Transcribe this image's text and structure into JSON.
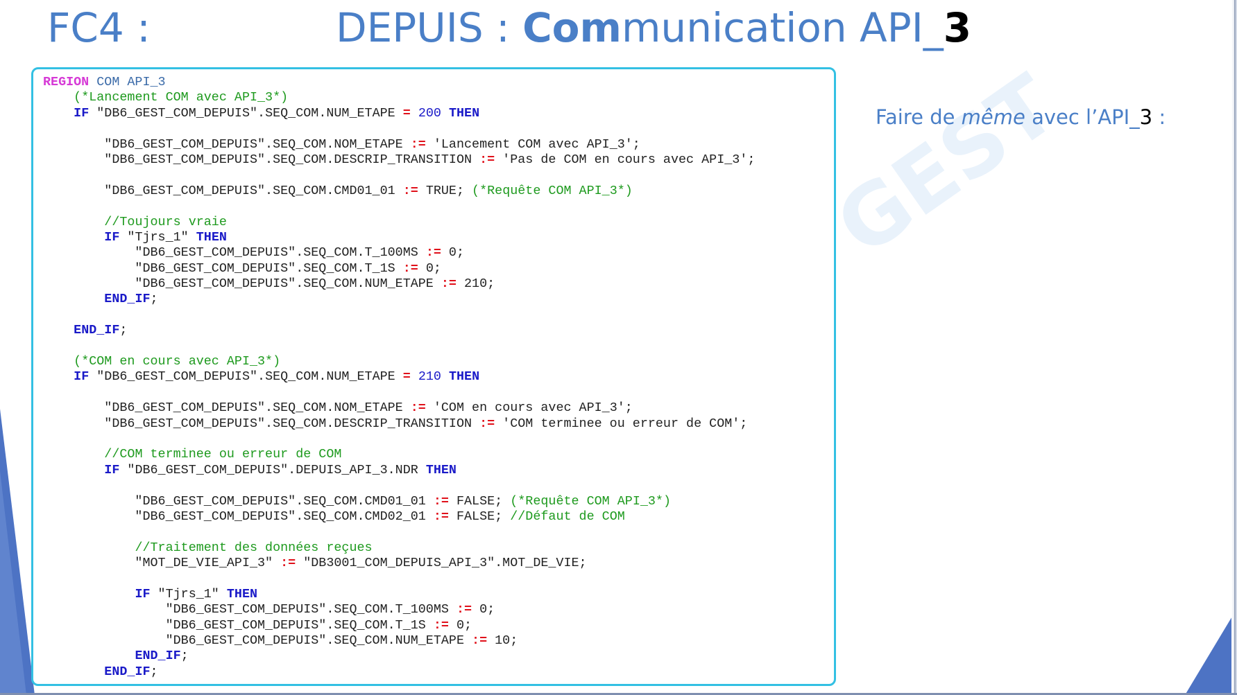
{
  "slide": {
    "title_left": "FC4 :",
    "title_prefix": "DEPUIS : ",
    "title_bold": "Com",
    "title_rest": "munication API_",
    "title_num": "3",
    "note_a": "Faire de ",
    "note_em": "même",
    "note_b": " avec l’API_",
    "note_num": "3",
    "note_c": " :",
    "watermark": "GEST"
  },
  "colors": {
    "title": "#4a7fc7",
    "box_border": "#33c0e3",
    "keyword": "#1a1ac8",
    "region": "#d63ad6",
    "operator": "#e0101a",
    "comment": "#1e9a1e"
  },
  "code_lines": [
    [
      [
        "rg",
        "REGION"
      ],
      [
        "rn",
        " COM API_3"
      ]
    ],
    [
      [
        "t",
        "    "
      ],
      [
        "cm",
        "(*Lancement COM avec API_3*)"
      ]
    ],
    [
      [
        "t",
        "    "
      ],
      [
        "kw",
        "IF"
      ],
      [
        "t",
        " \"DB6_GEST_COM_DEPUIS\".SEQ_COM.NUM_ETAPE "
      ],
      [
        "op",
        "="
      ],
      [
        "t",
        " "
      ],
      [
        "num",
        "200"
      ],
      [
        "t",
        " "
      ],
      [
        "kw",
        "THEN"
      ]
    ],
    [],
    [
      [
        "t",
        "        \"DB6_GEST_COM_DEPUIS\".SEQ_COM.NOM_ETAPE "
      ],
      [
        "op",
        ":="
      ],
      [
        "t",
        " 'Lancement COM avec API_3';"
      ]
    ],
    [
      [
        "t",
        "        \"DB6_GEST_COM_DEPUIS\".SEQ_COM.DESCRIP_TRANSITION "
      ],
      [
        "op",
        ":="
      ],
      [
        "t",
        " 'Pas de COM en cours avec API_3';"
      ]
    ],
    [],
    [
      [
        "t",
        "        \"DB6_GEST_COM_DEPUIS\".SEQ_COM.CMD01_01 "
      ],
      [
        "op",
        ":="
      ],
      [
        "t",
        " TRUE; "
      ],
      [
        "cm",
        "(*Requête COM API_3*)"
      ]
    ],
    [],
    [
      [
        "t",
        "        "
      ],
      [
        "cm",
        "//Toujours vraie"
      ]
    ],
    [
      [
        "t",
        "        "
      ],
      [
        "kw",
        "IF"
      ],
      [
        "t",
        " \"Tjrs_1\" "
      ],
      [
        "kw",
        "THEN"
      ]
    ],
    [
      [
        "t",
        "            \"DB6_GEST_COM_DEPUIS\".SEQ_COM.T_100MS "
      ],
      [
        "op",
        ":="
      ],
      [
        "t",
        " 0;"
      ]
    ],
    [
      [
        "t",
        "            \"DB6_GEST_COM_DEPUIS\".SEQ_COM.T_1S "
      ],
      [
        "op",
        ":="
      ],
      [
        "t",
        " 0;"
      ]
    ],
    [
      [
        "t",
        "            \"DB6_GEST_COM_DEPUIS\".SEQ_COM.NUM_ETAPE "
      ],
      [
        "op",
        ":="
      ],
      [
        "t",
        " 210;"
      ]
    ],
    [
      [
        "t",
        "        "
      ],
      [
        "kw",
        "END_IF"
      ],
      [
        "t",
        ";"
      ]
    ],
    [],
    [
      [
        "t",
        "    "
      ],
      [
        "kw",
        "END_IF"
      ],
      [
        "t",
        ";"
      ]
    ],
    [],
    [
      [
        "t",
        "    "
      ],
      [
        "cm",
        "(*COM en cours avec API_3*)"
      ]
    ],
    [
      [
        "t",
        "    "
      ],
      [
        "kw",
        "IF"
      ],
      [
        "t",
        " \"DB6_GEST_COM_DEPUIS\".SEQ_COM.NUM_ETAPE "
      ],
      [
        "op",
        "="
      ],
      [
        "t",
        " "
      ],
      [
        "num",
        "210"
      ],
      [
        "t",
        " "
      ],
      [
        "kw",
        "THEN"
      ]
    ],
    [],
    [
      [
        "t",
        "        \"DB6_GEST_COM_DEPUIS\".SEQ_COM.NOM_ETAPE "
      ],
      [
        "op",
        ":="
      ],
      [
        "t",
        " 'COM en cours avec API_3';"
      ]
    ],
    [
      [
        "t",
        "        \"DB6_GEST_COM_DEPUIS\".SEQ_COM.DESCRIP_TRANSITION "
      ],
      [
        "op",
        ":="
      ],
      [
        "t",
        " 'COM terminee ou erreur de COM';"
      ]
    ],
    [],
    [
      [
        "t",
        "        "
      ],
      [
        "cm",
        "//COM terminee ou erreur de COM"
      ]
    ],
    [
      [
        "t",
        "        "
      ],
      [
        "kw",
        "IF"
      ],
      [
        "t",
        " \"DB6_GEST_COM_DEPUIS\".DEPUIS_API_3.NDR "
      ],
      [
        "kw",
        "THEN"
      ]
    ],
    [],
    [
      [
        "t",
        "            \"DB6_GEST_COM_DEPUIS\".SEQ_COM.CMD01_01 "
      ],
      [
        "op",
        ":="
      ],
      [
        "t",
        " FALSE; "
      ],
      [
        "cm",
        "(*Requête COM API_3*)"
      ]
    ],
    [
      [
        "t",
        "            \"DB6_GEST_COM_DEPUIS\".SEQ_COM.CMD02_01 "
      ],
      [
        "op",
        ":="
      ],
      [
        "t",
        " FALSE; "
      ],
      [
        "cm",
        "//Défaut de COM"
      ]
    ],
    [],
    [
      [
        "t",
        "            "
      ],
      [
        "cm",
        "//Traitement des données reçues"
      ]
    ],
    [
      [
        "t",
        "            \"MOT_DE_VIE_API_3\" "
      ],
      [
        "op",
        ":="
      ],
      [
        "t",
        " \"DB3001_COM_DEPUIS_API_3\".MOT_DE_VIE;"
      ]
    ],
    [],
    [
      [
        "t",
        "            "
      ],
      [
        "kw",
        "IF"
      ],
      [
        "t",
        " \"Tjrs_1\" "
      ],
      [
        "kw",
        "THEN"
      ]
    ],
    [
      [
        "t",
        "                \"DB6_GEST_COM_DEPUIS\".SEQ_COM.T_100MS "
      ],
      [
        "op",
        ":="
      ],
      [
        "t",
        " 0;"
      ]
    ],
    [
      [
        "t",
        "                \"DB6_GEST_COM_DEPUIS\".SEQ_COM.T_1S "
      ],
      [
        "op",
        ":="
      ],
      [
        "t",
        " 0;"
      ]
    ],
    [
      [
        "t",
        "                \"DB6_GEST_COM_DEPUIS\".SEQ_COM.NUM_ETAPE "
      ],
      [
        "op",
        ":="
      ],
      [
        "t",
        " 10;"
      ]
    ],
    [
      [
        "t",
        "            "
      ],
      [
        "kw",
        "END_IF"
      ],
      [
        "t",
        ";"
      ]
    ],
    [
      [
        "t",
        "        "
      ],
      [
        "kw",
        "END_IF"
      ],
      [
        "t",
        ";"
      ]
    ]
  ]
}
